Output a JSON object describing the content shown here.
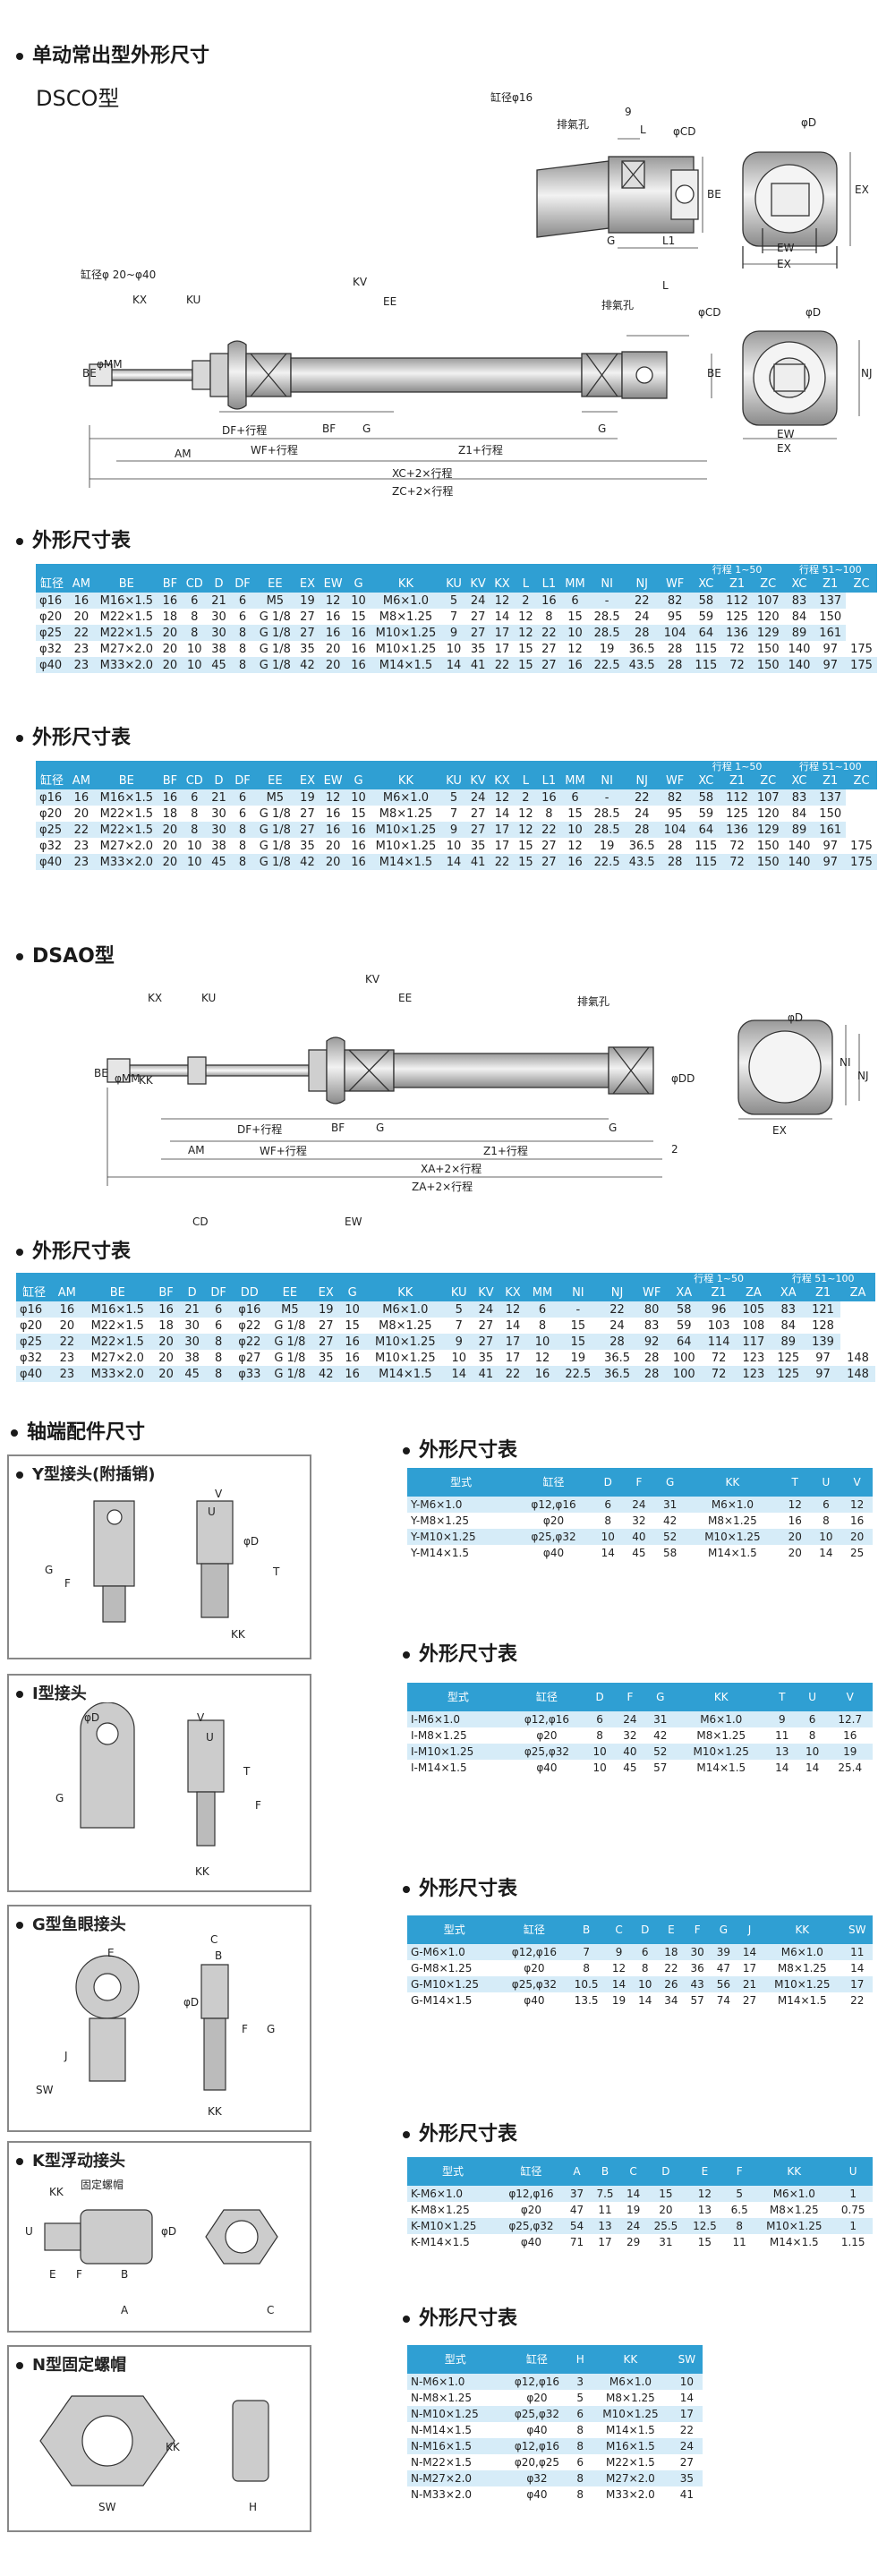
{
  "sections": {
    "s1_title": "单动常出型外形尺寸",
    "s1_model": "DSCO型",
    "s4_model": "DSAO型",
    "fittings_title": "轴端配件尺寸"
  },
  "diagram1": {
    "bore16_label": "缸径φ16",
    "bore20_label": "缸径φ 20~φ40",
    "dim_9": "9",
    "exhaust": "排氣孔",
    "L": "L",
    "CD": "φCD",
    "D": "φD",
    "BE": "BE",
    "EX": "EX",
    "EW": "EW",
    "G": "G",
    "L1": "L1",
    "KX": "KX",
    "KU": "KU",
    "KV": "KV",
    "EE": "EE",
    "MM": "φMM",
    "NJ": "NJ",
    "DF": "DF+行程",
    "BF": "BF",
    "AM": "AM",
    "WF": "WF+行程",
    "Z1": "Z1+行程",
    "XC": "XC+2×行程",
    "ZC": "ZC+2×行程"
  },
  "diagram2": {
    "KX": "KX",
    "KU": "KU",
    "KV": "KV",
    "EE": "EE",
    "exhaust": "排氣孔",
    "D": "φD",
    "BE": "BE",
    "MM": "φMM",
    "KK": "KK",
    "DD": "φDD",
    "NI": "NI",
    "NJ": "NJ",
    "EX": "EX",
    "DF": "DF+行程",
    "BF": "BF",
    "G": "G",
    "AM": "AM",
    "WF": "WF+行程",
    "Z1": "Z1+行程",
    "two": "2",
    "XA": "XA+2×行程",
    "ZA": "ZA+2×行程",
    "stray_CD": "CD",
    "stray_EW": "EW"
  },
  "table1": {
    "title": "外形尺寸表",
    "group1": "行程 1~50",
    "group2": "行程 51~100",
    "headers": [
      "缸径",
      "AM",
      "BE",
      "BF",
      "CD",
      "D",
      "DF",
      "EE",
      "EX",
      "EW",
      "G",
      "KK",
      "KU",
      "KV",
      "KX",
      "L",
      "L1",
      "MM",
      "NI",
      "NJ",
      "WF",
      "XC",
      "Z1",
      "ZC",
      "XC",
      "Z1",
      "ZC"
    ],
    "rows": [
      [
        "φ16",
        "16",
        "M16×1.5",
        "16",
        "6",
        "21",
        "6",
        "M5",
        "19",
        "12",
        "10",
        "M6×1.0",
        "5",
        "24",
        "12",
        "2",
        "16",
        "6",
        "-",
        "22",
        "82",
        "58",
        "112",
        "107",
        "83",
        "137"
      ],
      [
        "φ20",
        "20",
        "M22×1.5",
        "18",
        "8",
        "30",
        "6",
        "G 1/8",
        "27",
        "16",
        "15",
        "M8×1.25",
        "7",
        "27",
        "14",
        "12",
        "8",
        "15",
        "28.5",
        "24",
        "95",
        "59",
        "125",
        "120",
        "84",
        "150"
      ],
      [
        "φ25",
        "22",
        "M22×1.5",
        "20",
        "8",
        "30",
        "8",
        "G 1/8",
        "27",
        "16",
        "16",
        "M10×1.25",
        "9",
        "27",
        "17",
        "12",
        "22",
        "10",
        "28.5",
        "28",
        "104",
        "64",
        "136",
        "129",
        "89",
        "161"
      ],
      [
        "φ32",
        "23",
        "M27×2.0",
        "20",
        "10",
        "38",
        "8",
        "G 1/8",
        "35",
        "20",
        "16",
        "M10×1.25",
        "10",
        "35",
        "17",
        "15",
        "27",
        "12",
        "19",
        "36.5",
        "28",
        "115",
        "72",
        "150",
        "140",
        "97",
        "175"
      ],
      [
        "φ40",
        "23",
        "M33×2.0",
        "20",
        "10",
        "45",
        "8",
        "G 1/8",
        "42",
        "20",
        "16",
        "M14×1.5",
        "14",
        "41",
        "22",
        "15",
        "27",
        "16",
        "22.5",
        "43.5",
        "28",
        "115",
        "72",
        "150",
        "140",
        "97",
        "175"
      ]
    ]
  },
  "table2": {
    "title": "外形尺寸表",
    "group1": "行程 1~50",
    "group2": "行程 51~100",
    "headers": [
      "缸径",
      "AM",
      "BE",
      "BF",
      "CD",
      "D",
      "DF",
      "EE",
      "EX",
      "EW",
      "G",
      "KK",
      "KU",
      "KV",
      "KX",
      "L",
      "L1",
      "MM",
      "NI",
      "NJ",
      "WF",
      "XC",
      "Z1",
      "ZC",
      "XC",
      "Z1",
      "ZC"
    ],
    "rows": [
      [
        "φ16",
        "16",
        "M16×1.5",
        "16",
        "6",
        "21",
        "6",
        "M5",
        "19",
        "12",
        "10",
        "M6×1.0",
        "5",
        "24",
        "12",
        "2",
        "16",
        "6",
        "-",
        "22",
        "82",
        "58",
        "112",
        "107",
        "83",
        "137"
      ],
      [
        "φ20",
        "20",
        "M22×1.5",
        "18",
        "8",
        "30",
        "6",
        "G 1/8",
        "27",
        "16",
        "15",
        "M8×1.25",
        "7",
        "27",
        "14",
        "12",
        "8",
        "15",
        "28.5",
        "24",
        "95",
        "59",
        "125",
        "120",
        "84",
        "150"
      ],
      [
        "φ25",
        "22",
        "M22×1.5",
        "20",
        "8",
        "30",
        "8",
        "G 1/8",
        "27",
        "16",
        "16",
        "M10×1.25",
        "9",
        "27",
        "17",
        "12",
        "22",
        "10",
        "28.5",
        "28",
        "104",
        "64",
        "136",
        "129",
        "89",
        "161"
      ],
      [
        "φ32",
        "23",
        "M27×2.0",
        "20",
        "10",
        "38",
        "8",
        "G 1/8",
        "35",
        "20",
        "16",
        "M10×1.25",
        "10",
        "35",
        "17",
        "15",
        "27",
        "12",
        "19",
        "36.5",
        "28",
        "115",
        "72",
        "150",
        "140",
        "97",
        "175"
      ],
      [
        "φ40",
        "23",
        "M33×2.0",
        "20",
        "10",
        "45",
        "8",
        "G 1/8",
        "42",
        "20",
        "16",
        "M14×1.5",
        "14",
        "41",
        "22",
        "15",
        "27",
        "16",
        "22.5",
        "43.5",
        "28",
        "115",
        "72",
        "150",
        "140",
        "97",
        "175"
      ]
    ]
  },
  "table3": {
    "title": "外形尺寸表",
    "group1": "行程 1~50",
    "group2": "行程 51~100",
    "headers": [
      "缸径",
      "AM",
      "BE",
      "BF",
      "D",
      "DF",
      "DD",
      "EE",
      "EX",
      "G",
      "KK",
      "KU",
      "KV",
      "KX",
      "MM",
      "NI",
      "NJ",
      "WF",
      "XA",
      "Z1",
      "ZA",
      "XA",
      "Z1",
      "ZA"
    ],
    "rows": [
      [
        "φ16",
        "16",
        "M16×1.5",
        "16",
        "21",
        "6",
        "φ16",
        "M5",
        "19",
        "10",
        "M6×1.0",
        "5",
        "24",
        "12",
        "6",
        "-",
        "22",
        "80",
        "58",
        "96",
        "105",
        "83",
        "121"
      ],
      [
        "φ20",
        "20",
        "M22×1.5",
        "18",
        "30",
        "6",
        "φ22",
        "G 1/8",
        "27",
        "15",
        "M8×1.25",
        "7",
        "27",
        "14",
        "8",
        "15",
        "24",
        "83",
        "59",
        "103",
        "108",
        "84",
        "128"
      ],
      [
        "φ25",
        "22",
        "M22×1.5",
        "20",
        "30",
        "8",
        "φ22",
        "G 1/8",
        "27",
        "16",
        "M10×1.25",
        "9",
        "27",
        "17",
        "10",
        "15",
        "28",
        "92",
        "64",
        "114",
        "117",
        "89",
        "139"
      ],
      [
        "φ32",
        "23",
        "M27×2.0",
        "20",
        "38",
        "8",
        "φ27",
        "G 1/8",
        "35",
        "16",
        "M10×1.25",
        "10",
        "35",
        "17",
        "12",
        "19",
        "36.5",
        "28",
        "100",
        "72",
        "123",
        "125",
        "97",
        "148"
      ],
      [
        "φ40",
        "23",
        "M33×2.0",
        "20",
        "45",
        "8",
        "φ33",
        "G 1/8",
        "42",
        "16",
        "M14×1.5",
        "14",
        "41",
        "22",
        "16",
        "22.5",
        "36.5",
        "28",
        "100",
        "72",
        "123",
        "125",
        "97",
        "148"
      ]
    ]
  },
  "fit_y": {
    "panel_title": "Y型接头(附插销)",
    "table_title": "外形尺寸表",
    "headers": [
      "型式",
      "缸径",
      "D",
      "F",
      "G",
      "KK",
      "T",
      "U",
      "V"
    ],
    "rows": [
      [
        "Y-M6×1.0",
        "φ12,φ16",
        "6",
        "24",
        "31",
        "M6×1.0",
        "12",
        "6",
        "12"
      ],
      [
        "Y-M8×1.25",
        "φ20",
        "8",
        "32",
        "42",
        "M8×1.25",
        "16",
        "8",
        "16"
      ],
      [
        "Y-M10×1.25",
        "φ25,φ32",
        "10",
        "40",
        "52",
        "M10×1.25",
        "20",
        "10",
        "20"
      ],
      [
        "Y-M14×1.5",
        "φ40",
        "14",
        "45",
        "58",
        "M14×1.5",
        "20",
        "14",
        "25"
      ]
    ],
    "labels": {
      "V": "V",
      "U": "U",
      "D": "φD",
      "G": "G",
      "F": "F",
      "T": "T",
      "KK": "KK"
    }
  },
  "fit_i": {
    "panel_title": "I型接头",
    "table_title": "外形尺寸表",
    "headers": [
      "型式",
      "缸径",
      "D",
      "F",
      "G",
      "KK",
      "T",
      "U",
      "V"
    ],
    "rows": [
      [
        "I-M6×1.0",
        "φ12,φ16",
        "6",
        "24",
        "31",
        "M6×1.0",
        "9",
        "6",
        "12.7"
      ],
      [
        "I-M8×1.25",
        "φ20",
        "8",
        "32",
        "42",
        "M8×1.25",
        "11",
        "8",
        "16"
      ],
      [
        "I-M10×1.25",
        "φ25,φ32",
        "10",
        "40",
        "52",
        "M10×1.25",
        "13",
        "10",
        "19"
      ],
      [
        "I-M14×1.5",
        "φ40",
        "10",
        "45",
        "57",
        "M14×1.5",
        "14",
        "14",
        "25.4"
      ]
    ],
    "labels": {
      "V": "V",
      "U": "U",
      "D": "φD",
      "G": "G",
      "F": "F",
      "T": "T",
      "KK": "KK"
    }
  },
  "fit_g": {
    "panel_title": "G型鱼眼接头",
    "table_title": "外形尺寸表",
    "headers": [
      "型式",
      "缸径",
      "B",
      "C",
      "D",
      "E",
      "F",
      "G",
      "J",
      "KK",
      "SW"
    ],
    "rows": [
      [
        "G-M6×1.0",
        "φ12,φ16",
        "7",
        "9",
        "6",
        "18",
        "30",
        "39",
        "14",
        "M6×1.0",
        "11"
      ],
      [
        "G-M8×1.25",
        "φ20",
        "8",
        "12",
        "8",
        "22",
        "36",
        "47",
        "17",
        "M8×1.25",
        "14"
      ],
      [
        "G-M10×1.25",
        "φ25,φ32",
        "10.5",
        "14",
        "10",
        "26",
        "43",
        "56",
        "21",
        "M10×1.25",
        "17"
      ],
      [
        "G-M14×1.5",
        "φ40",
        "13.5",
        "19",
        "14",
        "34",
        "57",
        "74",
        "27",
        "M14×1.5",
        "22"
      ]
    ],
    "labels": {
      "C": "C",
      "B": "B",
      "E": "E",
      "D": "φD",
      "F": "F",
      "G": "G",
      "J": "J",
      "SW": "SW",
      "KK": "KK"
    }
  },
  "fit_k": {
    "panel_title": "K型浮动接头",
    "table_title": "外形尺寸表",
    "headers": [
      "型式",
      "缸径",
      "A",
      "B",
      "C",
      "D",
      "E",
      "F",
      "KK",
      "U"
    ],
    "rows": [
      [
        "K-M6×1.0",
        "φ12,φ16",
        "37",
        "7.5",
        "14",
        "15",
        "12",
        "5",
        "M6×1.0",
        "1"
      ],
      [
        "K-M8×1.25",
        "φ20",
        "47",
        "11",
        "19",
        "20",
        "13",
        "6.5",
        "M8×1.25",
        "0.75"
      ],
      [
        "K-M10×1.25",
        "φ25,φ32",
        "54",
        "13",
        "24",
        "25.5",
        "12.5",
        "8",
        "M10×1.25",
        "1"
      ],
      [
        "K-M14×1.5",
        "φ40",
        "71",
        "17",
        "29",
        "31",
        "15",
        "11",
        "M14×1.5",
        "1.15"
      ]
    ],
    "labels": {
      "KK": "KK",
      "nut": "固定螺帽",
      "U": "U",
      "E": "E",
      "F": "F",
      "B": "B",
      "A": "A",
      "D": "φD",
      "C": "C"
    }
  },
  "fit_n": {
    "panel_title": "N型固定螺帽",
    "table_title": "外形尺寸表",
    "headers": [
      "型式",
      "缸径",
      "H",
      "KK",
      "SW"
    ],
    "rows": [
      [
        "N-M6×1.0",
        "φ12,φ16",
        "3",
        "M6×1.0",
        "10"
      ],
      [
        "N-M8×1.25",
        "φ20",
        "5",
        "M8×1.25",
        "14"
      ],
      [
        "N-M10×1.25",
        "φ25,φ32",
        "6",
        "M10×1.25",
        "17"
      ],
      [
        "N-M14×1.5",
        "φ40",
        "8",
        "M14×1.5",
        "22"
      ],
      [
        "N-M16×1.5",
        "φ12,φ16",
        "8",
        "M16×1.5",
        "24"
      ],
      [
        "N-M22×1.5",
        "φ20,φ25",
        "6",
        "M22×1.5",
        "27"
      ],
      [
        "N-M27×2.0",
        "φ32",
        "8",
        "M27×2.0",
        "35"
      ],
      [
        "N-M33×2.0",
        "φ40",
        "8",
        "M33×2.0",
        "41"
      ]
    ],
    "labels": {
      "KK": "KK",
      "SW": "SW",
      "H": "H"
    }
  }
}
